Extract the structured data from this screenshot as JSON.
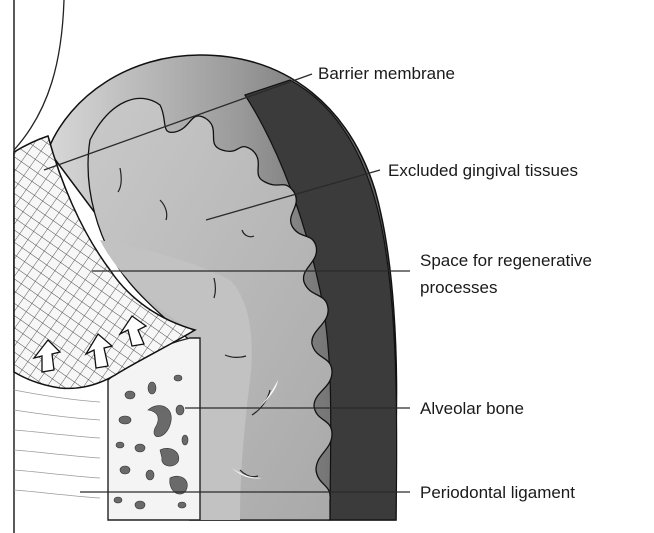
{
  "labels": {
    "barrier_membrane": "Barrier membrane",
    "excluded_gingival_tissues": "Excluded gingival tissues",
    "space_line1": "Space for regenerative",
    "space_line2": "processes",
    "alveolar_bone": "Alveolar bone",
    "periodontal_ligament": "Periodontal ligament"
  }
}
